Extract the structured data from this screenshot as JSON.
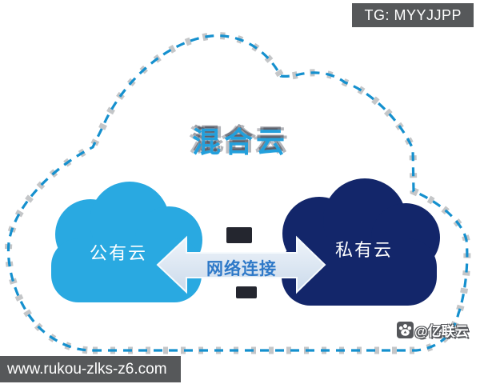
{
  "badge": {
    "label": "TG: MYYJJPP"
  },
  "diagram": {
    "title": "混合云",
    "public_cloud": {
      "label": "公有云"
    },
    "private_cloud": {
      "label": "私有云"
    },
    "connection": {
      "label": "网络连接"
    }
  },
  "watermark": {
    "handle": "@亿联云",
    "icon": "paw-icon"
  },
  "url_bar": {
    "text": "www.rukou-zlks-z6.com"
  },
  "colors": {
    "outline_dash": "#1590CE",
    "public_cloud": "#29A9E1",
    "private_cloud": "#13266A",
    "arrow_fill_top": "#EFF4FA",
    "arrow_fill_bottom": "#CBDAEB",
    "arrow_text": "#2E79C8",
    "title_text": "#23A0DC",
    "bar_bg": "#56585A",
    "bar_text": "#FFFFFF"
  }
}
